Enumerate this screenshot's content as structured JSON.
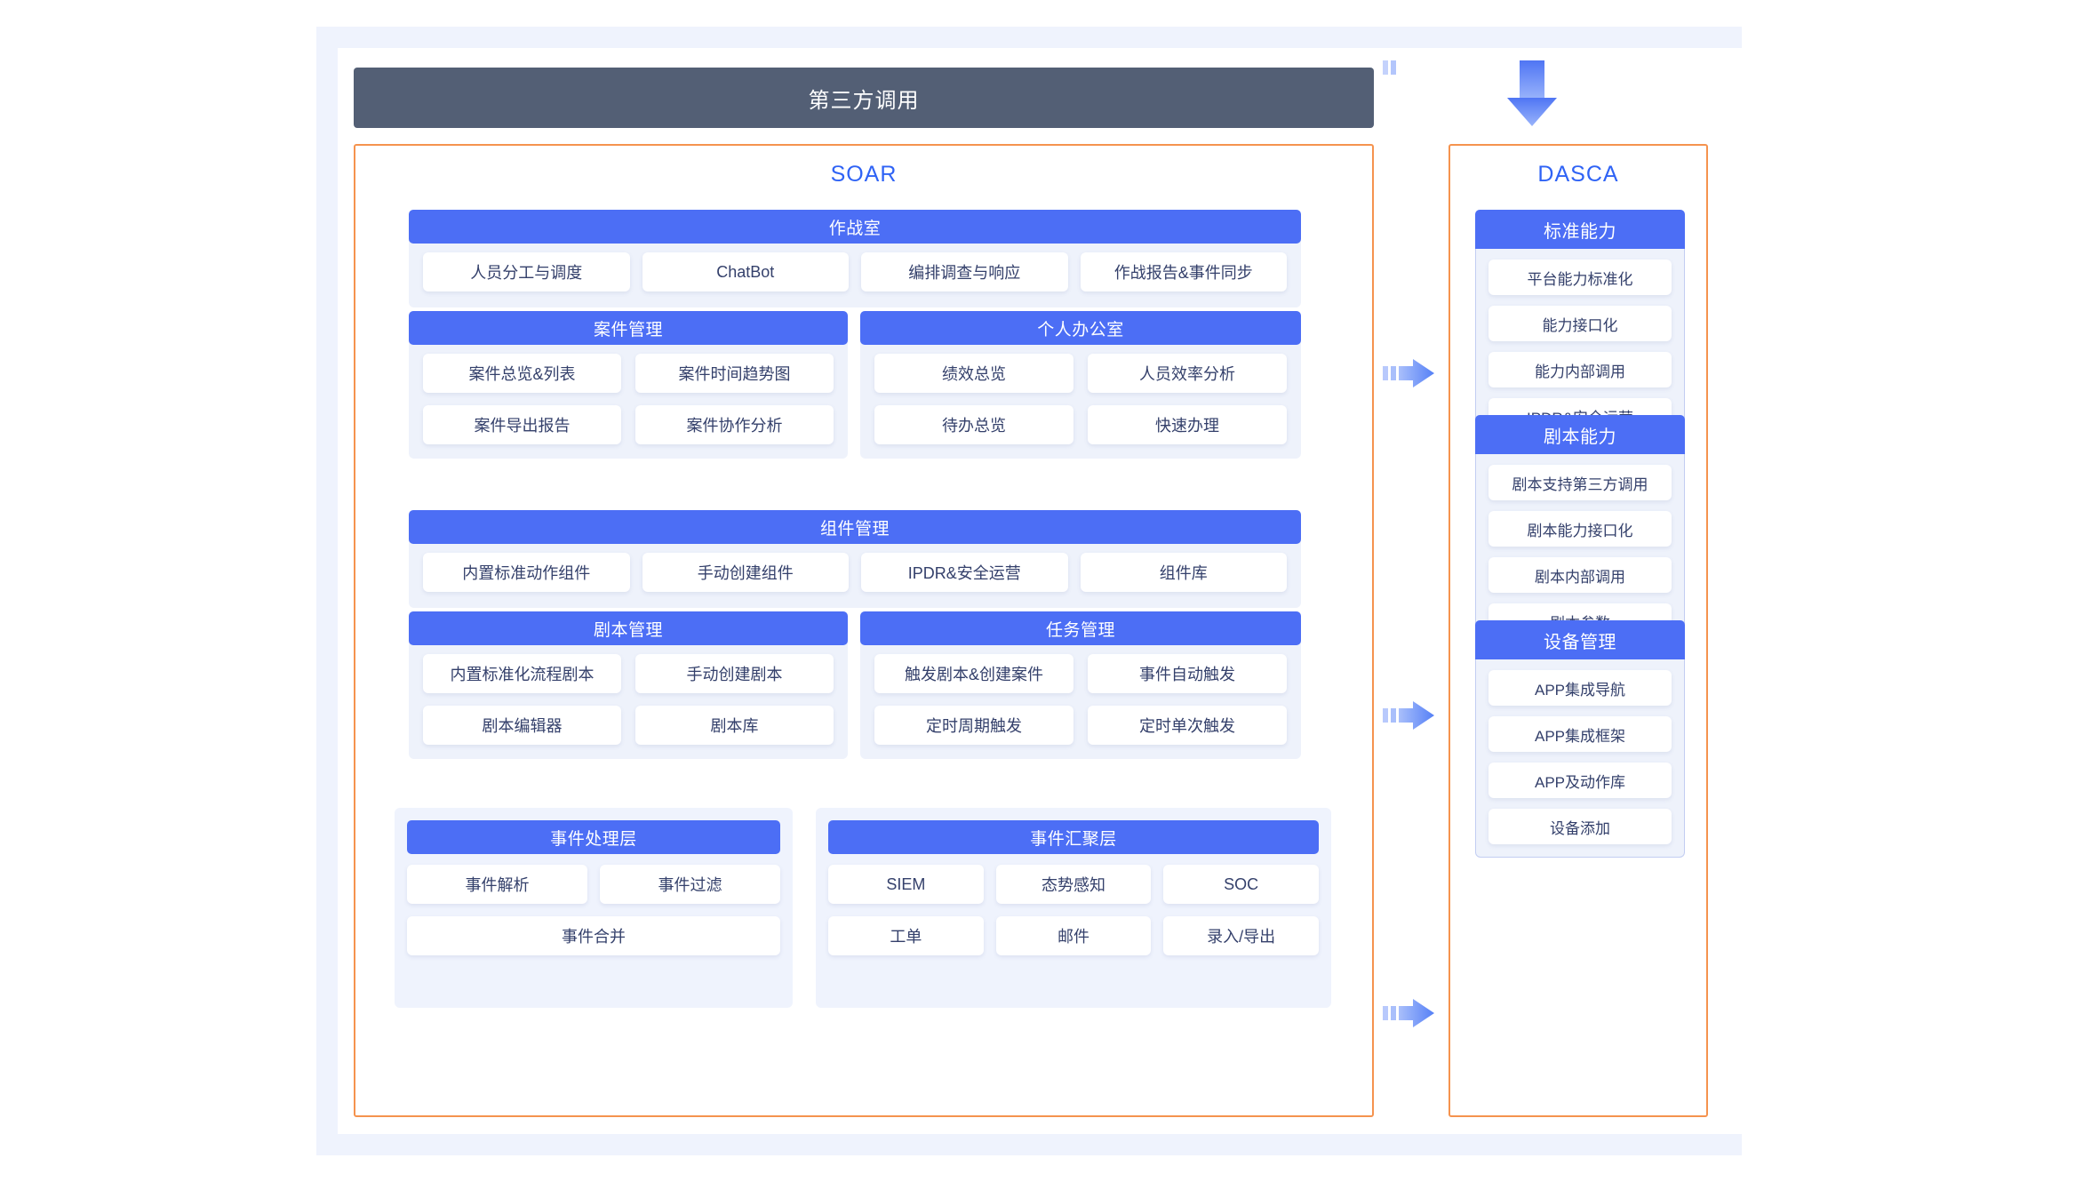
{
  "header": {
    "title": "第三方调用"
  },
  "soar": {
    "title": "SOAR",
    "groups": {
      "war_room": {
        "title": "作战室",
        "items": [
          "人员分工与调度",
          "ChatBot",
          "编排调查与响应",
          "作战报告&事件同步"
        ]
      },
      "case_mgmt": {
        "title": "案件管理",
        "items": [
          "案件总览&列表",
          "案件时间趋势图",
          "案件导出报告",
          "案件协作分析"
        ]
      },
      "personal_office": {
        "title": "个人办公室",
        "items": [
          "绩效总览",
          "人员效率分析",
          "待办总览",
          "快速办理"
        ]
      },
      "component_mgmt": {
        "title": "组件管理",
        "items": [
          "内置标准动作组件",
          "手动创建组件",
          "IPDR&安全运营",
          "组件库"
        ]
      },
      "playbook_mgmt": {
        "title": "剧本管理",
        "items": [
          "内置标准化流程剧本",
          "手动创建剧本",
          "剧本编辑器",
          "剧本库"
        ]
      },
      "task_mgmt": {
        "title": "任务管理",
        "items": [
          "触发剧本&创建案件",
          "事件自动触发",
          "定时周期触发",
          "定时单次触发"
        ]
      },
      "event_process": {
        "title": "事件处理层",
        "rows": [
          [
            "事件解析",
            "事件过滤"
          ],
          [
            "事件合并"
          ]
        ]
      },
      "event_aggregate": {
        "title": "事件汇聚层",
        "rows": [
          [
            "SIEM",
            "态势感知",
            "SOC"
          ],
          [
            "工单",
            "邮件",
            "录入/导出"
          ]
        ]
      }
    }
  },
  "dasca": {
    "title": "DASCA",
    "groups": [
      {
        "title": "标准能力",
        "items": [
          "平台能力标准化",
          "能力接口化",
          "能力内部调用",
          "IPDR&安全运营"
        ]
      },
      {
        "title": "剧本能力",
        "items": [
          "剧本支持第三方调用",
          "剧本能力接口化",
          "剧本内部调用",
          "剧本参数"
        ]
      },
      {
        "title": "设备管理",
        "items": [
          "APP集成导航",
          "APP集成框架",
          "APP及动作库",
          "设备添加"
        ]
      }
    ]
  },
  "connectors": {
    "elbow": "elbow-arrow-down",
    "arrows": [
      "right-arrow",
      "right-arrow",
      "right-arrow"
    ]
  },
  "colors": {
    "accent_blue": "#4c6ef5",
    "title_blue": "#2f63f5",
    "panel_border_orange": "#f5934e",
    "dark_bar": "#535f75",
    "group_body": "#eef2fb",
    "outer_band": "#eff3fd",
    "cell_text": "#34406b"
  }
}
